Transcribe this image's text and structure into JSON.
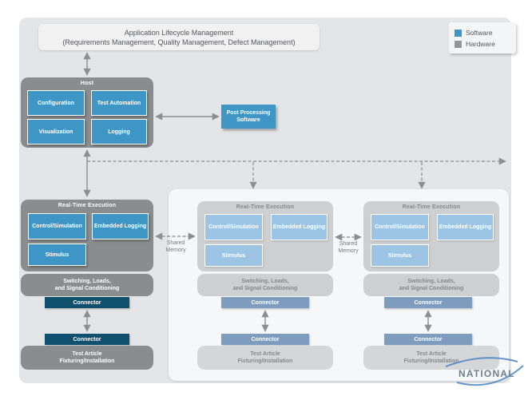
{
  "legend": {
    "items": [
      {
        "label": "Software",
        "color": "#3E96C7"
      },
      {
        "label": "Hardware",
        "color": "#939598"
      }
    ]
  },
  "alm": {
    "line1": "Application Lifecycle Management",
    "line2": "(Requirements Management, Quality Management, Defect Management)"
  },
  "host": {
    "title": "Host",
    "modules": [
      "Configuration",
      "Test Automation",
      "Visualization",
      "Logging"
    ]
  },
  "post_processing": {
    "line1": "Post Processing",
    "line2": "Software"
  },
  "shared_memory": {
    "line1": "Shared",
    "line2": "Memory"
  },
  "columns": [
    {
      "type": "active-hardware",
      "rte_title": "Real-Time Execution",
      "modules": [
        "Control/Simulation",
        "Embedded Logging",
        "Stimulus"
      ],
      "switching_line1": "Switching, Loads,",
      "switching_line2": "and Signal Conditioning",
      "connector_top": "Connector",
      "connector_bottom": "Connector",
      "test_article_line1": "Test Article",
      "test_article_line2": "Fixturing/Installation"
    },
    {
      "type": "faded",
      "rte_title": "Real-Time Execution",
      "modules": [
        "Control/Simulation",
        "Embedded Logging",
        "Stimulus"
      ],
      "switching_line1": "Switching, Loads,",
      "switching_line2": "and Signal Conditioning",
      "connector_top": "Connector",
      "connector_bottom": "Connector",
      "test_article_line1": "Test Article",
      "test_article_line2": "Fixturing/Installation"
    },
    {
      "type": "faded",
      "rte_title": "Real-Time Execution",
      "modules": [
        "Control/Simulation",
        "Embedded Logging",
        "Stimulus"
      ],
      "switching_line1": "Switching, Loads,",
      "switching_line2": "and Signal Conditioning",
      "connector_top": "Connector",
      "connector_bottom": "Connector",
      "test_article_line1": "Test Article",
      "test_article_line2": "Fixturing/Installation"
    }
  ],
  "logo": {
    "text": "NATIONAL"
  },
  "colors": {
    "software_blue": "#3E96C7",
    "hardware_gray": "#8A8C8E",
    "connector_navy": "#0F506F",
    "faded_module_blue": "#9CC4E4",
    "faded_connector_steel": "#7E9CBE",
    "arrow_gray": "#8C8E90"
  }
}
